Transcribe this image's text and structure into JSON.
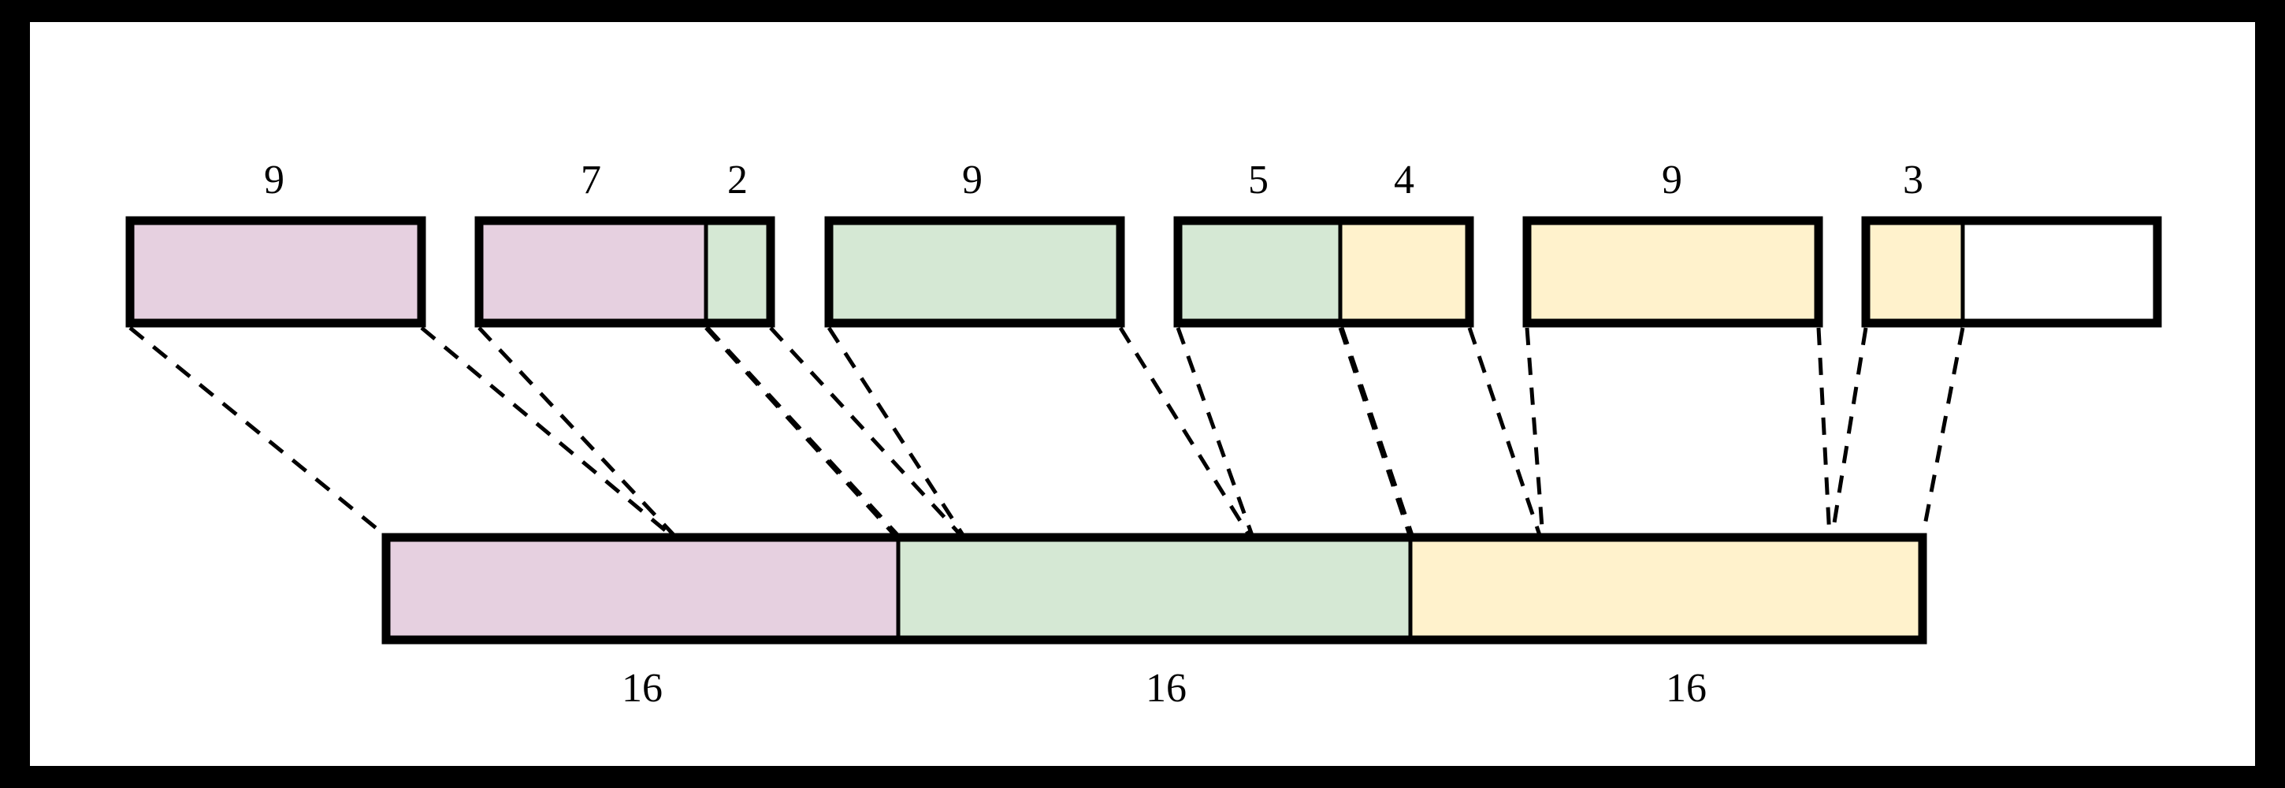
{
  "figure": {
    "title": "bin-packing-allocation-diagram",
    "background": "#000000",
    "canvas": "#ffffff"
  },
  "palette": {
    "pink": "#e6d0e0",
    "green": "#d5e8d4",
    "yellow": "#fff2cc",
    "white": "#ffffff",
    "stroke": "#000000"
  },
  "chart_data": {
    "type": "bar",
    "title": "",
    "subtitle": "",
    "xlabel": "",
    "ylabel": "",
    "bin_capacity": 16,
    "source_boxes": [
      {
        "index": 0,
        "capacity": 9,
        "segments": [
          {
            "label": "9",
            "value": 9,
            "color": "#e6d0e0",
            "bin": 0
          }
        ]
      },
      {
        "index": 1,
        "capacity": 9,
        "segments": [
          {
            "label": "7",
            "value": 7,
            "color": "#e6d0e0",
            "bin": 0
          },
          {
            "label": "2",
            "value": 2,
            "color": "#d5e8d4",
            "bin": 1
          }
        ]
      },
      {
        "index": 2,
        "capacity": 9,
        "segments": [
          {
            "label": "9",
            "value": 9,
            "color": "#d5e8d4",
            "bin": 1
          }
        ]
      },
      {
        "index": 3,
        "capacity": 9,
        "segments": [
          {
            "label": "5",
            "value": 5,
            "color": "#d5e8d4",
            "bin": 1
          },
          {
            "label": "4",
            "value": 4,
            "color": "#fff2cc",
            "bin": 2
          }
        ]
      },
      {
        "index": 4,
        "capacity": 9,
        "segments": [
          {
            "label": "9",
            "value": 9,
            "color": "#fff2cc",
            "bin": 2
          }
        ]
      },
      {
        "index": 5,
        "capacity": 9,
        "segments": [
          {
            "label": "3",
            "value": 3,
            "color": "#fff2cc",
            "bin": 2
          },
          {
            "label": "",
            "value": 6,
            "color": "#ffffff",
            "bin": null
          }
        ]
      }
    ],
    "bins": [
      {
        "index": 0,
        "label": "16",
        "value": 16,
        "color": "#e6d0e0"
      },
      {
        "index": 1,
        "label": "16",
        "value": 16,
        "color": "#d5e8d4"
      },
      {
        "index": 2,
        "label": "16",
        "value": 16,
        "color": "#fff2cc"
      }
    ],
    "top_labels": [
      "9",
      "7",
      "2",
      "9",
      "5",
      "4",
      "9",
      "3"
    ],
    "bottom_labels": [
      "16",
      "16",
      "16"
    ]
  }
}
